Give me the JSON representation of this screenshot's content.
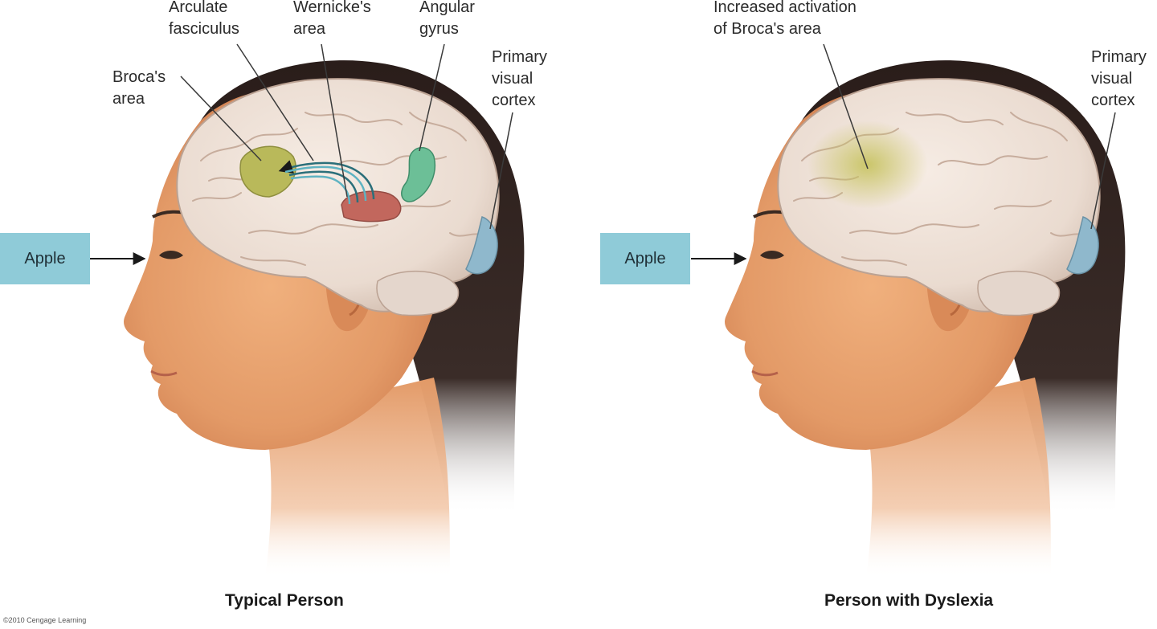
{
  "typical": {
    "stimulus": "Apple",
    "caption": "Typical Person",
    "labels": {
      "arculate": [
        "Arculate",
        "fasciculus"
      ],
      "wernicke": [
        "Wernicke's",
        "area"
      ],
      "angular": [
        "Angular",
        "gyrus"
      ],
      "broca": [
        "Broca's",
        "area"
      ],
      "visual": [
        "Primary",
        "visual",
        "cortex"
      ]
    }
  },
  "dyslexia": {
    "stimulus": "Apple",
    "caption": "Person with Dyslexia",
    "labels": {
      "broca_activation": [
        "Increased activation",
        "of Broca's area"
      ],
      "visual": [
        "Primary",
        "visual",
        "cortex"
      ]
    }
  },
  "copyright": "©2010 Cengage Learning",
  "colors": {
    "broca": "#b9b95a",
    "wernicke": "#c2675d",
    "angular": "#6cbf97",
    "visual_cortex": "#8fb8cc",
    "stimulus_box": "#8fcbd8",
    "hair": "#2a1d1a",
    "skin": "#e39a67"
  }
}
